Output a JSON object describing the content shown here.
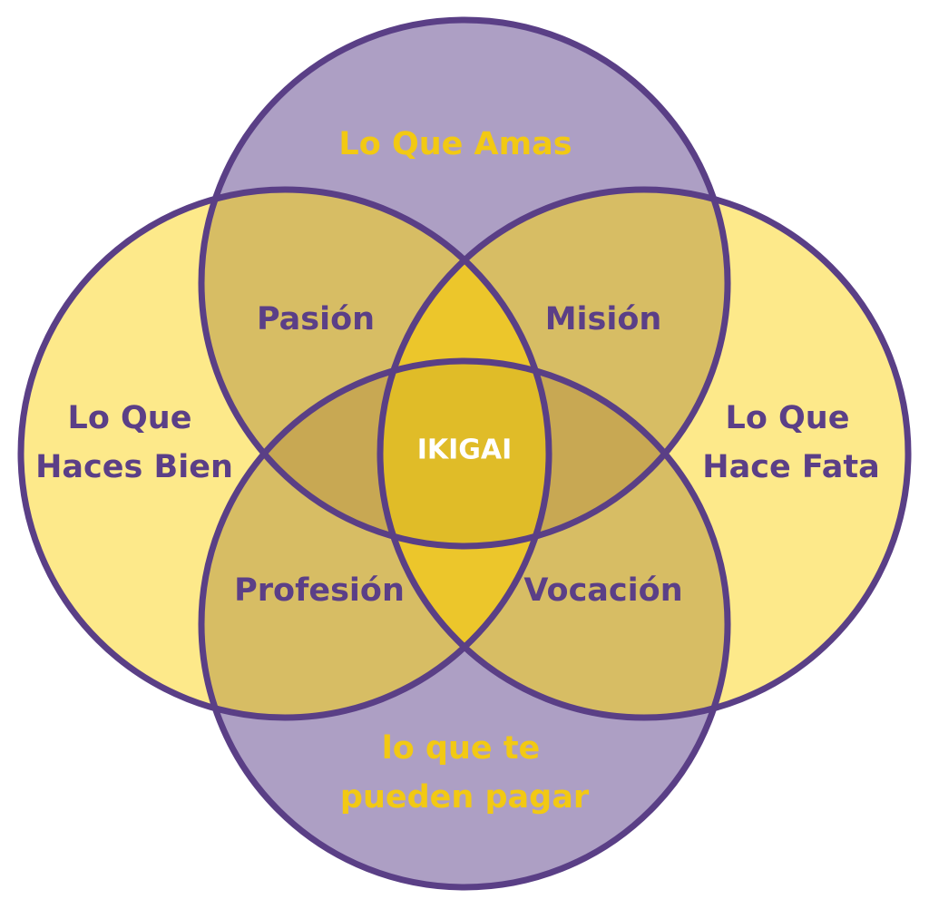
{
  "colors": {
    "stroke": "#5a3f86",
    "top_bottom_fill": "#ad9fc4",
    "side_fill": "#fde98a",
    "overlap_fill": "#d7bd64",
    "center_band_fill": "#c8a853",
    "center_vertical_fill": "#ecc62b",
    "ikigai_fill": "#e0bc28",
    "purple_text": "#5b3f87",
    "yellow_text": "#f2c913",
    "white_text": "#ffffff"
  },
  "circles": {
    "top": "Lo Que Amas",
    "left": [
      "Lo Que",
      "Haces Bien"
    ],
    "right": [
      "Lo Que",
      "Hace Fata"
    ],
    "bottom": [
      "lo que te",
      "pueden pagar"
    ]
  },
  "overlaps": {
    "top_left": "Pasión",
    "top_right": "Misión",
    "bottom_left": "Profesión",
    "bottom_right": "Vocación"
  },
  "center": "IKIGAI"
}
